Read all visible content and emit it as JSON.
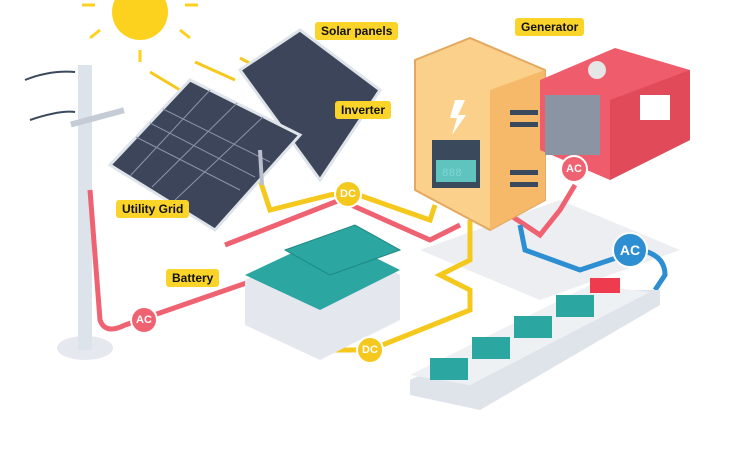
{
  "labels": {
    "solar": "Solar panels",
    "generator": "Generator",
    "inverter": "Inverter",
    "grid": "Utility Grid",
    "battery": "Battery"
  },
  "badges": {
    "dc1": "DC",
    "dc2": "DC",
    "ac_grid": "AC",
    "ac_gen": "AC",
    "ac_out": "AC"
  },
  "inverter_display": "888",
  "colors": {
    "label": "#fbd42a",
    "dc": "#f5c81e",
    "ac": "#ef6272",
    "ac_out": "#2d8fd1"
  }
}
